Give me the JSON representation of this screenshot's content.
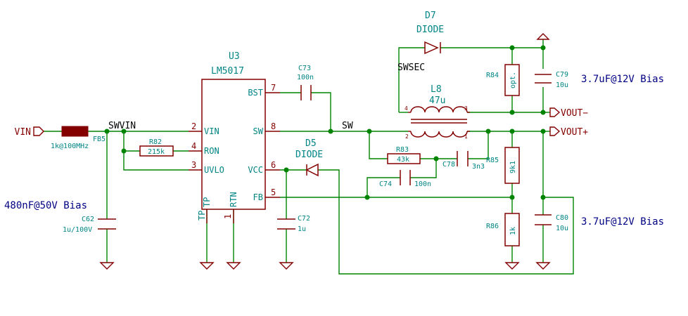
{
  "u3": {
    "ref": "U3",
    "value": "LM5017",
    "pins": [
      {
        "num": "2",
        "name": "VIN"
      },
      {
        "num": "4",
        "name": "RON"
      },
      {
        "num": "3",
        "name": "UVLO"
      },
      {
        "num": "7",
        "name": "BST"
      },
      {
        "num": "8",
        "name": "SW"
      },
      {
        "num": "6",
        "name": "VCC"
      },
      {
        "num": "5",
        "name": "FB"
      },
      {
        "num": "",
        "name": "TP"
      },
      {
        "num": "1",
        "name": "RTN"
      }
    ]
  },
  "components": {
    "fb5": {
      "ref": "FB5",
      "value": "1k@100MHz"
    },
    "r82": {
      "ref": "R82",
      "value": "215k"
    },
    "c62": {
      "ref": "C62",
      "value": "1u/100V"
    },
    "c73": {
      "ref": "C73",
      "value": "100n"
    },
    "c72": {
      "ref": "C72",
      "value": "1u"
    },
    "d5": {
      "ref": "D5",
      "value": "DIODE"
    },
    "d7": {
      "ref": "D7",
      "value": "DIODE"
    },
    "l8": {
      "ref": "L8",
      "value": "47u",
      "pins": [
        "4",
        "3",
        "2",
        "1"
      ]
    },
    "r84": {
      "ref": "R84",
      "value": "opt."
    },
    "c79": {
      "ref": "C79",
      "value": "10u"
    },
    "r83": {
      "ref": "R83",
      "value": "43k"
    },
    "c78": {
      "ref": "C78",
      "value": "3n3"
    },
    "c74": {
      "ref": "C74",
      "value": "100n"
    },
    "r85": {
      "ref": "R85",
      "value": "9k1"
    },
    "r86": {
      "ref": "R86",
      "value": "1k"
    },
    "c80": {
      "ref": "C80",
      "value": "10u"
    }
  },
  "nets": {
    "swvin": "SWVIN",
    "sw": "SW",
    "swsec": "SWSEC"
  },
  "ports": {
    "vin": "VIN",
    "vout_neg": "VOUT−",
    "vout_pos": "VOUT+"
  },
  "notes": {
    "c62_bias": "480nF@50V Bias",
    "c79_bias": "3.7uF@12V Bias",
    "c80_bias": "3.7uF@12V Bias"
  },
  "colors": {
    "wire": "#008400",
    "body": "#840000",
    "text": "#008484",
    "note": "#000084"
  }
}
